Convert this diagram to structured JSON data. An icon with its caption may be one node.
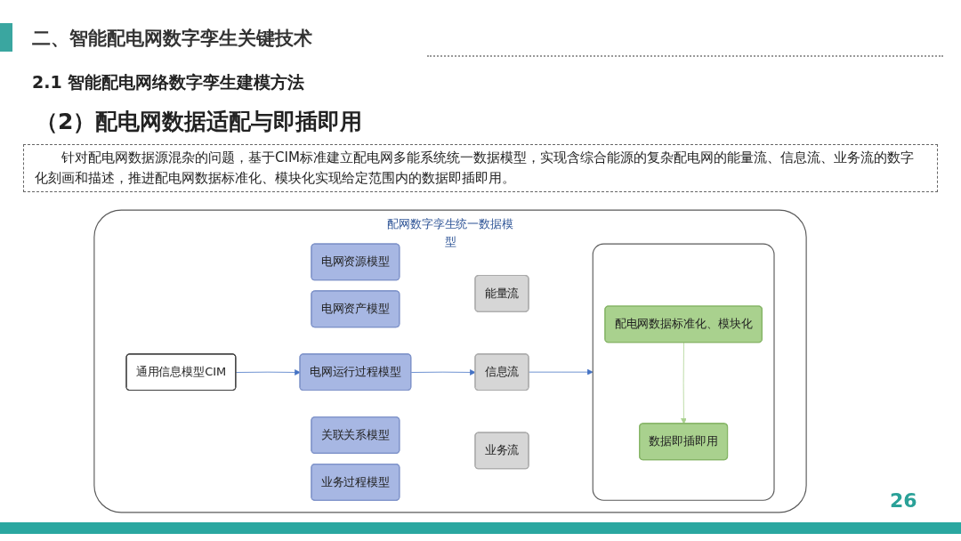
{
  "diagram": {
    "title": "二、智能配电网数字孪生关键技术",
    "nodes": [
      {
        "text": [
          "配网数字孪生统一数据模型"
        ]
      },
      {
        "text": [
          "通用信息模型CIM"
        ],
        "in": 0
      },
      {
        "text": [
          "电网资源模型"
        ],
        "in": 0
      },
      {
        "text": [
          "电网资产模型"
        ],
        "in": 0
      },
      {
        "text": [
          "电网运行过程模型"
        ],
        "in": 0
      },
      {
        "text": [
          "关联关系模型"
        ],
        "in": 0
      },
      {
        "text": [
          "业务过程模型"
        ],
        "in": 0
      },
      {
        "text": [
          "能量流"
        ],
        "in": 0
      },
      {
        "text": [
          "信息流"
        ],
        "in": 0
      },
      {
        "text": [
          "业务流"
        ],
        "in": 0
      },
      {
        "text": [],
        "shape": "box",
        "in": 0
      },
      {
        "text": [
          "配电网数据标准化、模块化"
        ],
        "in": 10
      },
      {
        "text": [
          "数据即插即用"
        ],
        "in": 10
      }
    ],
    "edges": [
      {
        "from": 1,
        "to": 4,
        "arrow": "to"
      },
      {
        "from": 4,
        "to": 8,
        "arrow": "to"
      },
      {
        "from": 8,
        "to": 10,
        "arrow": "to"
      },
      {
        "from": 11,
        "to": 12,
        "arrow": "to",
        "color": "#a9d18e"
      }
    ],
    "labels": [
      "2.1 智能配电网络数字孪生建模方法",
      "（2）配电网数据适配与即插即用",
      "针对配电网数据源混杂的问题，基于CIM标准建立配电网多能系统统一数据模型，实现含综合能源的复杂配电网的能量流、信息流、业务流的数字化刻画和描述，推进配电网数据标准化、模块化实现给定范围内的数据即插即用。",
      "26"
    ]
  }
}
